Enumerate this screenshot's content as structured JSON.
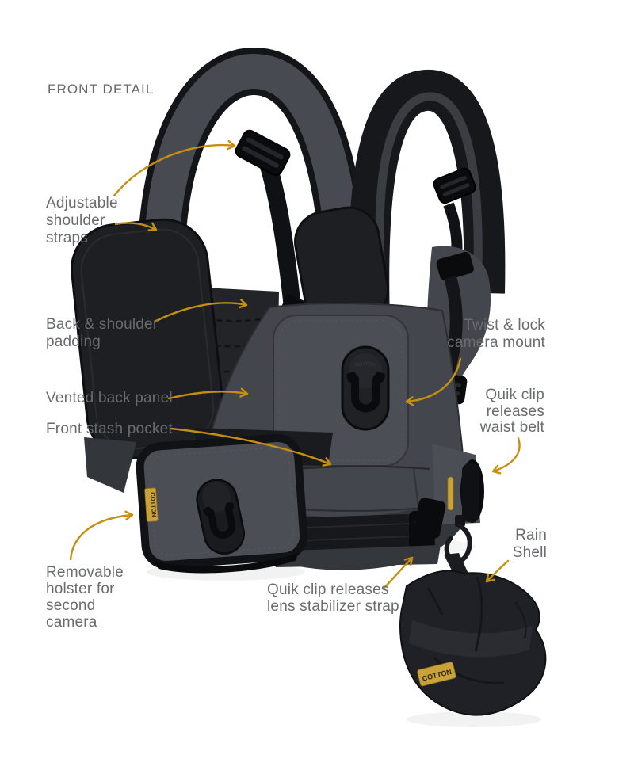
{
  "title": "FRONT DETAIL",
  "labels": {
    "adjustable_straps": {
      "text": "Adjustable\nshoulder\nstraps"
    },
    "back_padding": {
      "text": "Back & shoulder\npadding"
    },
    "vented_panel": {
      "text": "Vented back panel"
    },
    "stash_pocket": {
      "text": "Front stash pocket"
    },
    "removable_holster": {
      "text": "Removable\nholster for\nsecond\ncamera"
    },
    "twist_lock_mount": {
      "text": "Twist & lock\ncamera mount"
    },
    "quik_clip_waist": {
      "text": "Quik clip\nreleases\nwaist belt"
    },
    "rain_shell": {
      "text": "Rain\nShell"
    },
    "quik_clip_lens": {
      "text": "Quik clip releases\nlens stabilizer strap"
    }
  },
  "product": {
    "brand_tag": "COTTON"
  },
  "colors": {
    "background": "#ffffff",
    "label": "#6a6b6e",
    "title": "#67686b",
    "arrow": "#c6900f",
    "fabric": "#43464c",
    "fabric_light": "#4b4e54",
    "fabric_dark": "#33363b",
    "black_part": "#17181b",
    "black_deep": "#0a0b0d",
    "pad": "#1e1f23",
    "pouch": "#202126",
    "tag_gold": "#c9a23a",
    "tag_text": "#2f2708"
  }
}
